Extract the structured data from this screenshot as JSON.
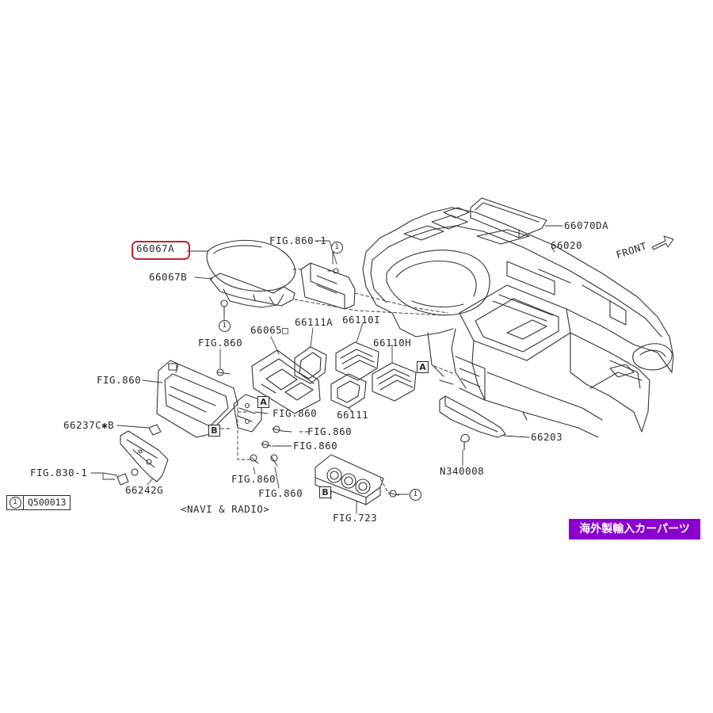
{
  "parts": {
    "p66070DA": "66070DA",
    "p66020": "66020",
    "front": "FRONT",
    "p66067A": "66067A",
    "p66067B": "66067B",
    "fig860_1": "FIG.860-1",
    "p66065D": "66065□",
    "p66111A": "66111A",
    "p66110I": "66110I",
    "p66110H": "66110H",
    "p66111": "66111",
    "fig860_a": "FIG.860",
    "fig860_b": "FIG.860",
    "fig860_c": "FIG.860",
    "fig860_d": "FIG.860",
    "fig860_e": "FIG.860",
    "fig860_f": "FIG.860",
    "fig860_g": "FIG.860",
    "p66237C": "66237C✱B",
    "fig830_1": "FIG.830-1",
    "p66242G": "66242G",
    "p66203": "66203",
    "n340008": "N340008",
    "fig723": "FIG.723",
    "navi": "<NAVI & RADIO>"
  },
  "markers": {
    "a": "A",
    "b": "B",
    "one": "1"
  },
  "ref_table": {
    "mark": "1",
    "code": "Q500013"
  },
  "badge": "海外製輸入カーパーツ",
  "colors": {
    "highlight": "#c8202a",
    "badge_bg": "#8a00cf",
    "line": "#2a2a2a"
  }
}
